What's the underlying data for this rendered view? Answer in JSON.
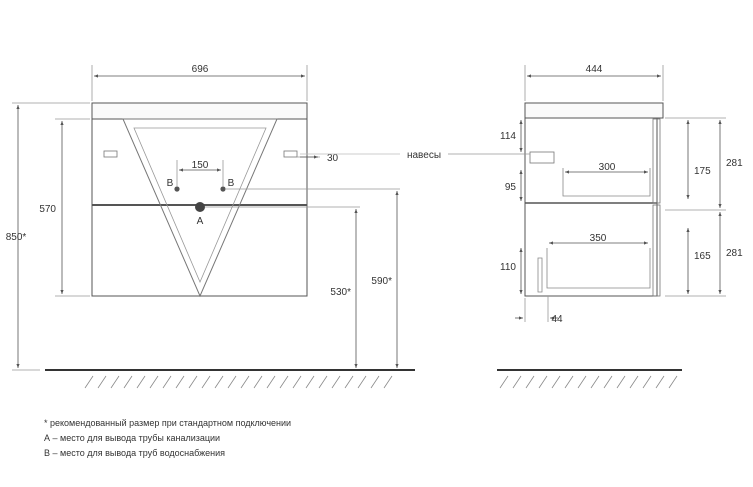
{
  "front": {
    "width": "696",
    "height_total": "850*",
    "height_body": "570",
    "pipe_spacing": "150",
    "hinge_offset": "30",
    "drain_height": "530*",
    "water_height": "590*",
    "label_b_left": "B",
    "label_b_right": "B",
    "label_a": "A"
  },
  "side": {
    "depth": "444",
    "hinges_label": "навесы",
    "dim_114": "114",
    "dim_95": "95",
    "dim_110": "110",
    "dim_300": "300",
    "dim_350": "350",
    "dim_44": "44",
    "dim_175": "175",
    "dim_165": "165",
    "dim_281_top": "281",
    "dim_281_bottom": "281"
  },
  "notes": [
    "* рекомендованный размер при стандартном подключении",
    "А – место для вывода трубы канализации",
    "В – место для вывода труб водоснабжения"
  ]
}
